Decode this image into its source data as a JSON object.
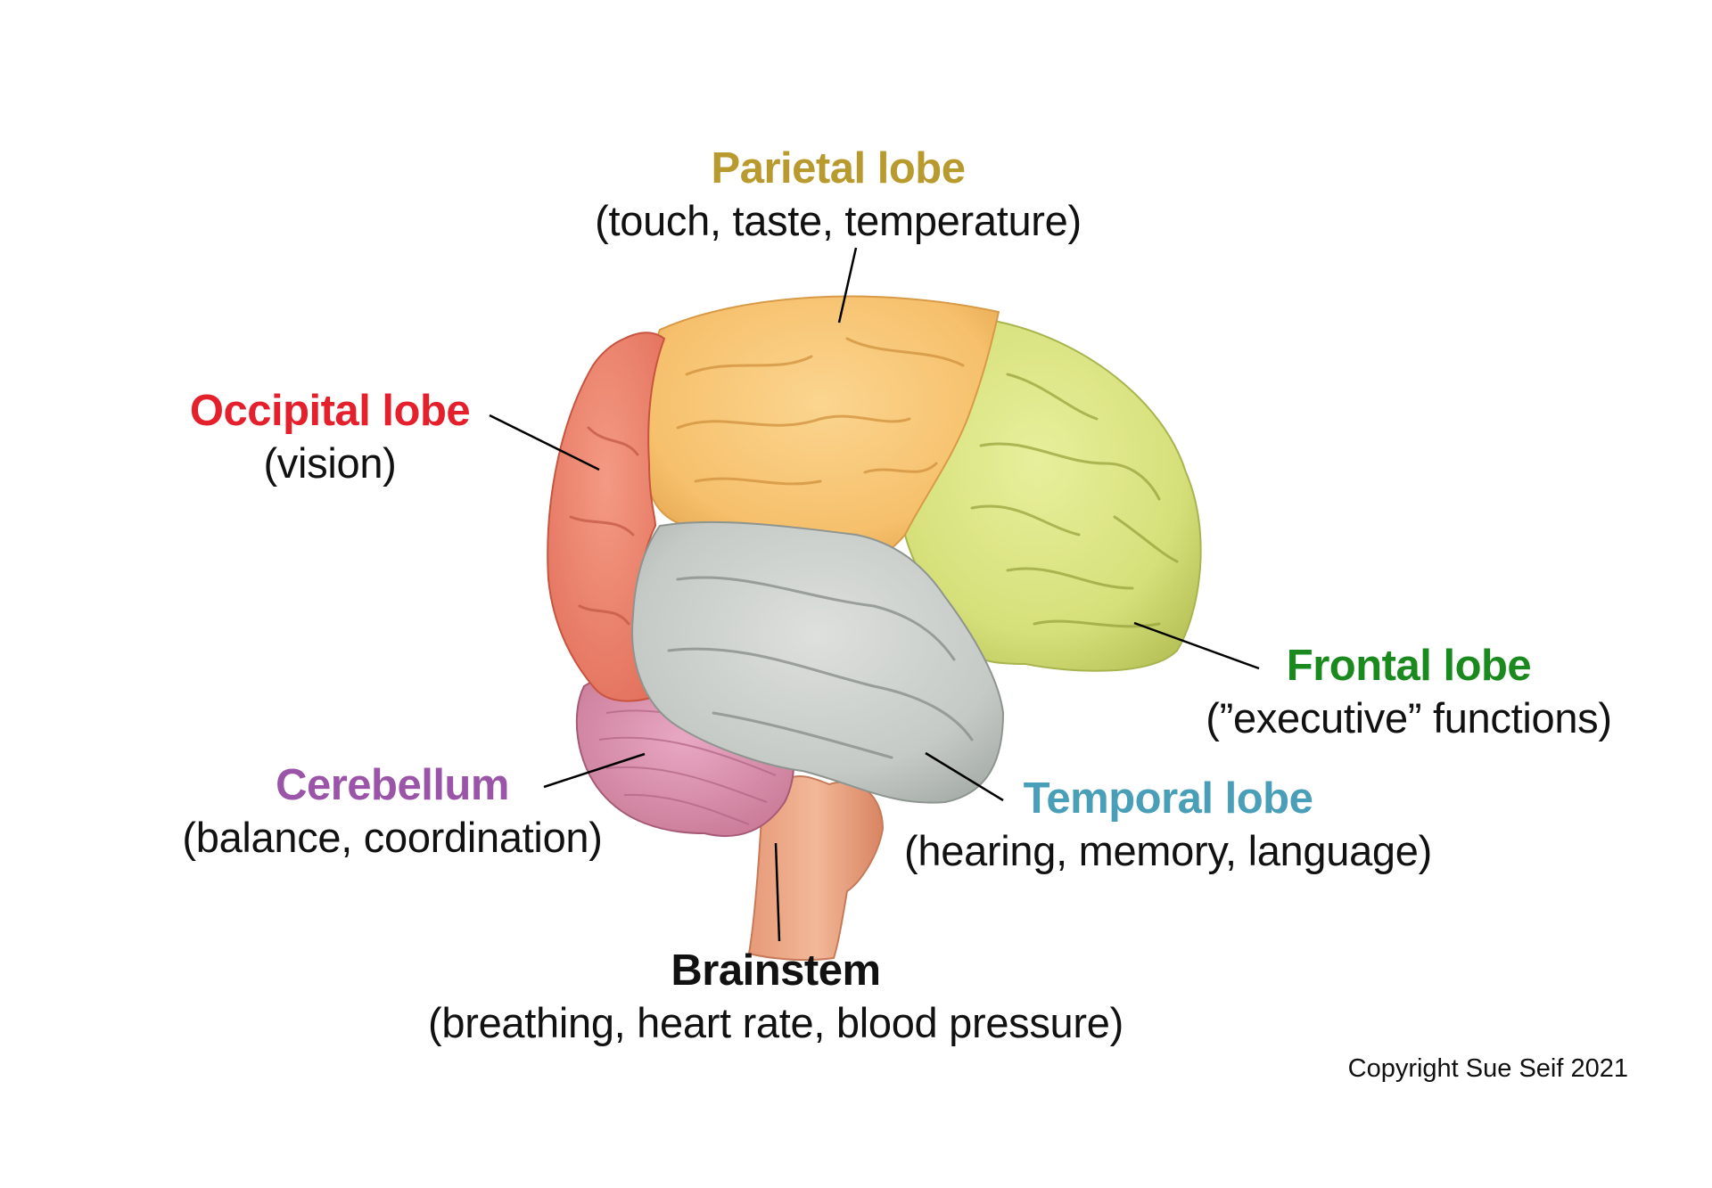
{
  "colors": {
    "occipital": "#e3202c",
    "parietal": "#b89a2e",
    "frontal": "#1a8a1e",
    "temporal": "#4a9fb8",
    "cerebellum": "#9b55a8",
    "brainstem": "#111111"
  },
  "labels": {
    "parietal": {
      "name": "Parietal lobe",
      "desc": "(touch, taste, temperature)"
    },
    "occipital": {
      "name": "Occipital lobe",
      "desc": "(vision)"
    },
    "frontal": {
      "name": "Frontal lobe",
      "desc": "(”executive” functions)"
    },
    "temporal": {
      "name": "Temporal lobe",
      "desc": "(hearing, memory, language)"
    },
    "cerebellum": {
      "name": "Cerebellum",
      "desc": "(balance, coordination)"
    },
    "brainstem": {
      "name": "Brainstem",
      "desc": "(breathing, heart rate, blood pressure)"
    }
  },
  "copyright": "Copyright Sue Seif 2021"
}
